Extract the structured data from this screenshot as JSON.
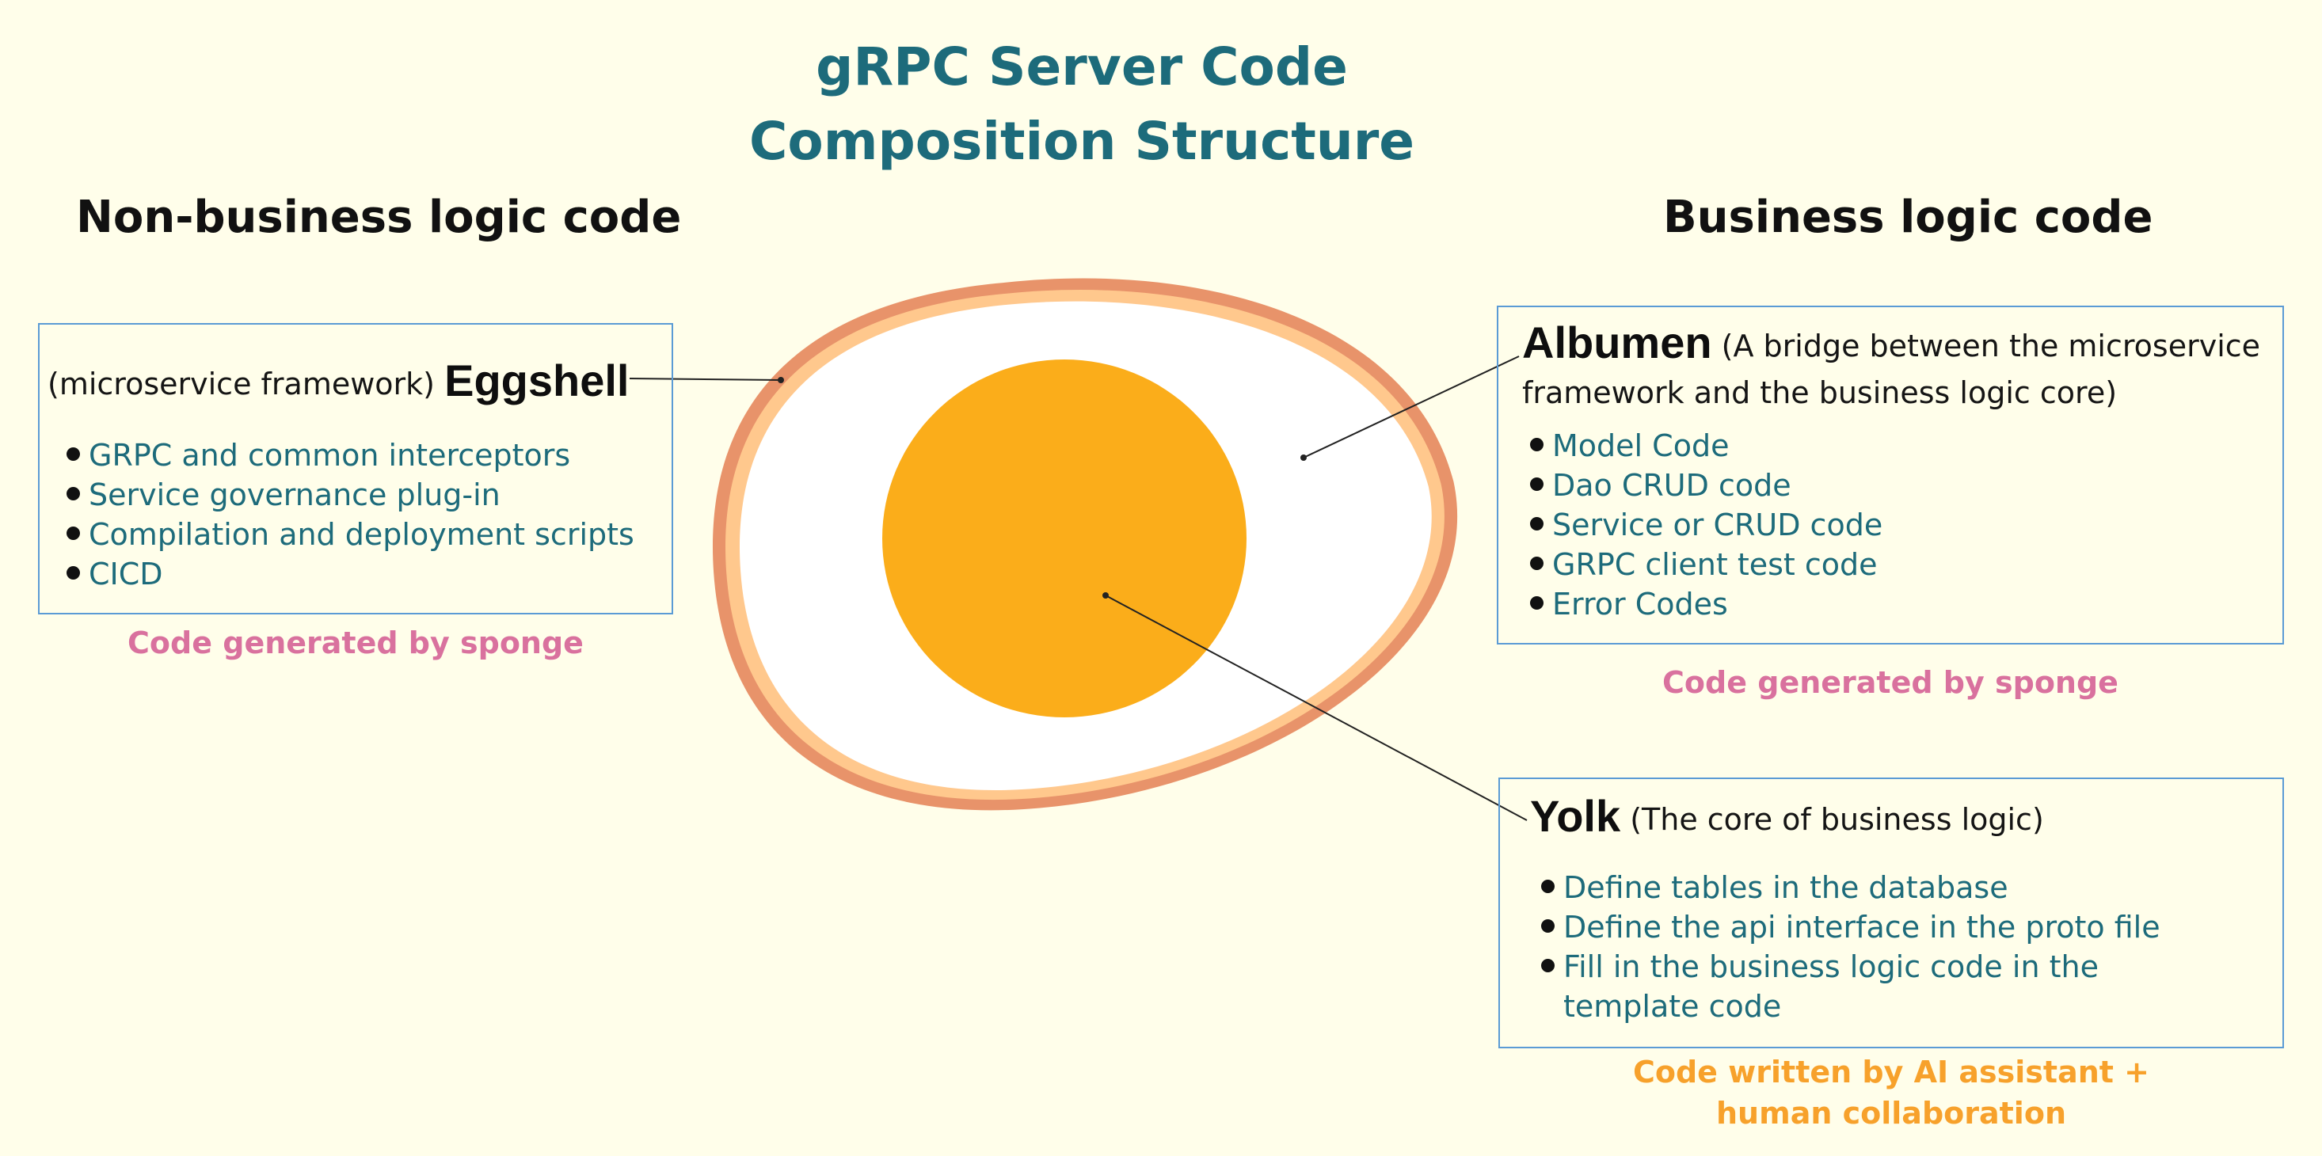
{
  "title": {
    "line1": "gRPC Server Code",
    "line2": "Composition Structure"
  },
  "headings": {
    "left": "Non-business logic code",
    "right": "Business logic code"
  },
  "eggshell": {
    "prefix": "(microservice framework)",
    "name": "Eggshell",
    "items": [
      "GRPC and common interceptors",
      "Service governance plug-in",
      "Compilation and deployment scripts",
      "CICD"
    ],
    "caption": "Code generated by sponge"
  },
  "albumen": {
    "name": "Albumen",
    "desc_line1": "(A bridge between the microservice",
    "desc_line2": "framework and the business logic core)",
    "items": [
      "Model Code",
      "Dao CRUD code",
      "Service or CRUD code",
      "GRPC client test code",
      "Error Codes"
    ],
    "caption": "Code generated by sponge"
  },
  "yolk": {
    "name": "Yolk",
    "desc": "(The core of business logic)",
    "items": [
      "Define tables in the database",
      "Define the api interface in the proto file"
    ],
    "item3_line1": "Fill in the business logic code in the",
    "item3_line2": "template code",
    "caption_line1": "Code written by AI assistant +",
    "caption_line2": "human collaboration"
  },
  "colors": {
    "background": "#fffeea",
    "title": "#1d6b7b",
    "bullet_text": "#1d6b7b",
    "panel_border": "#5b9bd5",
    "sponge_caption": "#d9719e",
    "ai_caption": "#f7a12b",
    "shell_outer": "#e8936a",
    "shell_inner": "#ffc88d",
    "albumen": "#ffffff",
    "yolk": "#fbad1a"
  }
}
